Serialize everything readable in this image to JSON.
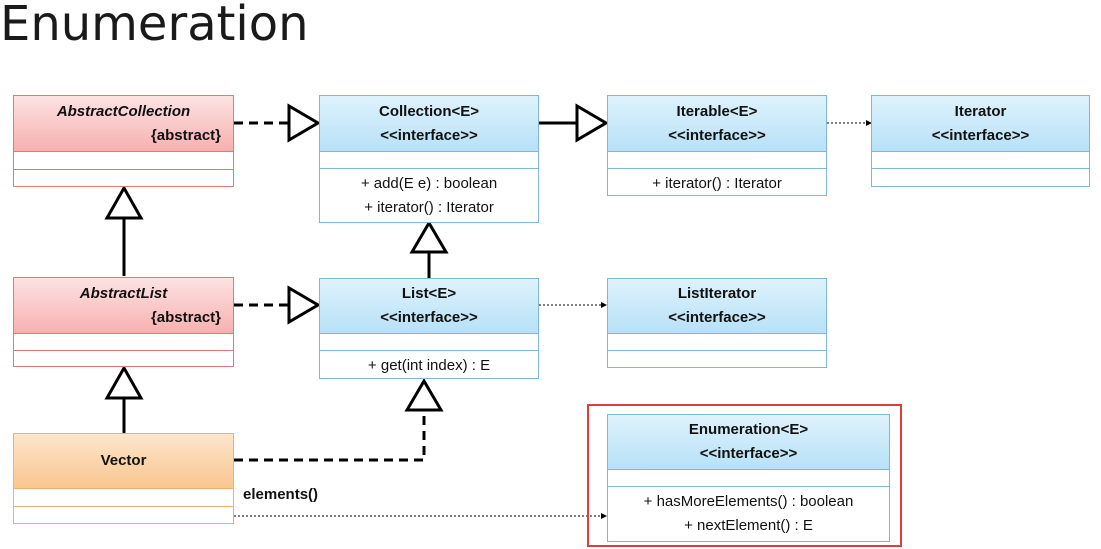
{
  "title": "Enumeration",
  "classes": {
    "abstract_collection": {
      "name": "AbstractCollection",
      "stereotype": "{abstract}"
    },
    "abstract_list": {
      "name": "AbstractList",
      "stereotype": "{abstract}"
    },
    "vector": {
      "name": "Vector"
    },
    "collection": {
      "name": "Collection<E>",
      "stereotype": "<<interface>>",
      "ops": [
        "+ add(E e) : boolean",
        "+ iterator() : Iterator"
      ]
    },
    "list": {
      "name": "List<E>",
      "stereotype": "<<interface>>",
      "ops": [
        "+ get(int index) : E"
      ]
    },
    "iterable": {
      "name": "Iterable<E>",
      "stereotype": "<<interface>>",
      "ops": [
        "+ iterator() : Iterator"
      ]
    },
    "iterator": {
      "name": "Iterator",
      "stereotype": "<<interface>>"
    },
    "list_iterator": {
      "name": "ListIterator",
      "stereotype": "<<interface>>"
    },
    "enumeration": {
      "name": "Enumeration<E>",
      "stereotype": "<<interface>>",
      "ops": [
        "+ hasMoreElements() : boolean",
        "+ nextElement() : E"
      ]
    }
  },
  "labels": {
    "elements_method": "elements()"
  },
  "colors": {
    "interface": "#b7e1f7",
    "abstract": "#f7b0b0",
    "concrete": "#f9c690",
    "highlight": "#e03c3c"
  }
}
